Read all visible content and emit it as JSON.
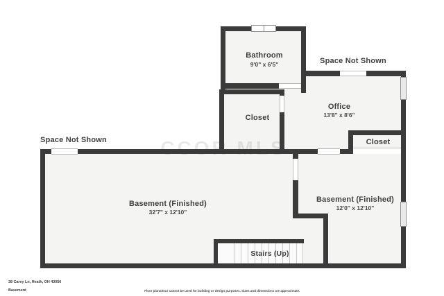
{
  "colors": {
    "wall": "#3b3b3b",
    "room_fill": "#f4f4f3",
    "label_text": "#3f3f3f",
    "watermark_text": "#bdbdbd"
  },
  "rooms": {
    "bathroom": {
      "name": "Bathroom",
      "dims": "9'0\" x 6'5\""
    },
    "office": {
      "name": "Office",
      "dims": "13'8\" x 8'6\""
    },
    "closet_middle": {
      "name": "Closet"
    },
    "closet_right": {
      "name": "Closet"
    },
    "basement_left": {
      "name": "Basement (Finished)",
      "dims": "32'7\" x 12'10\""
    },
    "basement_right": {
      "name": "Basement (Finished)",
      "dims": "12'0\" x 12'10\""
    },
    "stairs": {
      "name": "Stairs (Up)"
    }
  },
  "annotations": {
    "space_not_shown_left": "Space Not Shown",
    "space_not_shown_right": "Space Not Shown",
    "watermark": "CCOR MLS"
  },
  "footer": {
    "address": "38 Carey Ln, Heath, OH 43056",
    "floor": "Basement",
    "disclaimer": "Floor plans/tour cannot be used for building or design purposes. Sizes and dimensions are approximate."
  }
}
